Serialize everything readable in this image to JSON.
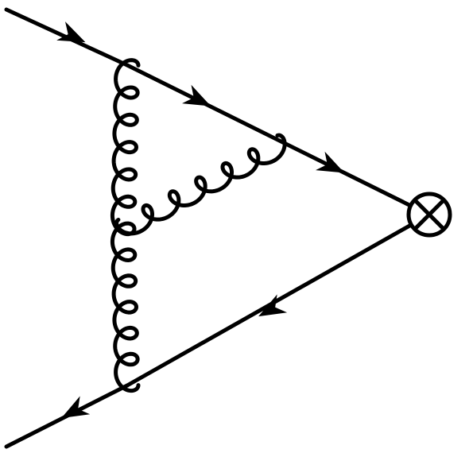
{
  "diagram": {
    "type": "feynman-diagram",
    "colors": {
      "stroke": "#000000",
      "background": "#ffffff"
    },
    "vertex_symbol": "otimes-icon",
    "fermion_lines": [
      {
        "name": "incoming-quark",
        "arrow_direction": "toward-vertex"
      },
      {
        "name": "upper-internal-quark",
        "arrow_direction": "toward-vertex"
      },
      {
        "name": "upper-internal-quark-2",
        "arrow_direction": "toward-vertex"
      },
      {
        "name": "lower-internal-quark",
        "arrow_direction": "away-from-vertex"
      },
      {
        "name": "outgoing-quark",
        "arrow_direction": "away-from-vertex"
      }
    ],
    "gluons": [
      {
        "name": "vertical-gluon-upper"
      },
      {
        "name": "vertical-gluon-lower"
      },
      {
        "name": "horizontal-gluon"
      }
    ]
  }
}
